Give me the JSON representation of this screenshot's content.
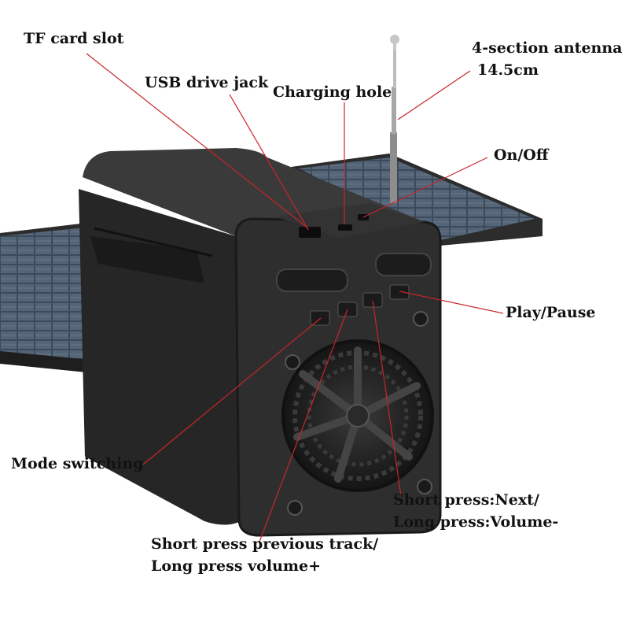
{
  "labels": {
    "tf_card_slot": "TF card slot",
    "usb_drive_jack": "USB drive jack",
    "charging_hole": "Charging hole",
    "antenna_line1": "4-section antenna",
    "antenna_line2": "14.5cm",
    "on_off": "On/Off",
    "play_pause": "Play/Pause",
    "mode_switching": "Mode switching",
    "next_line1": "Short press:Next/",
    "next_line2": "Long press:Volume-",
    "prev_line1": "Short press previous track/",
    "prev_line2": "Long press volume+"
  },
  "colors": {
    "callout_line": "#c8252b",
    "device_body": "#2a2a2a",
    "solar_cell": "#4a5a6e"
  }
}
